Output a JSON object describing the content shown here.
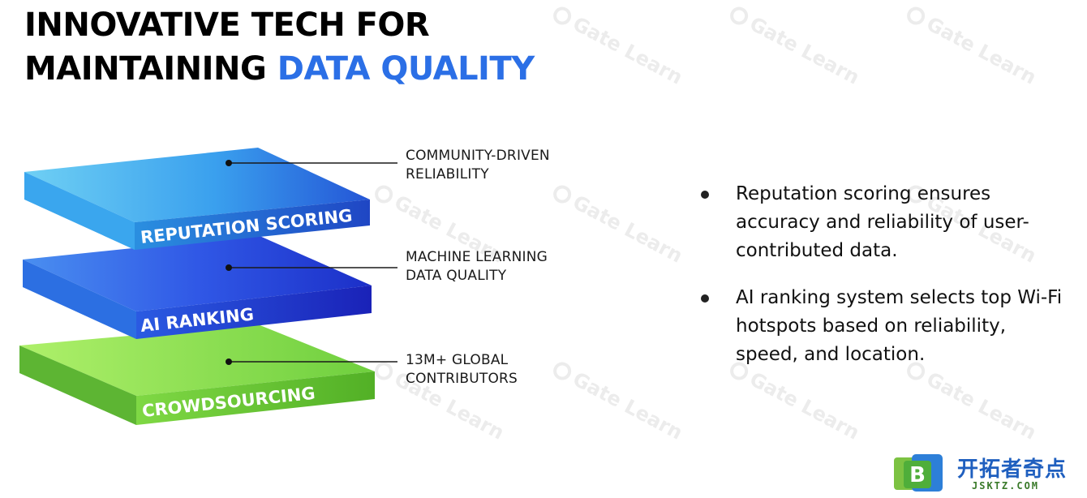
{
  "title": {
    "line1": "INNOVATIVE TECH FOR",
    "line2_plain": "MAINTAINING ",
    "line2_accent": "DATA QUALITY"
  },
  "layers": [
    {
      "label": "REPUTATION SCORING",
      "annotation_line1": "COMMUNITY-DRIVEN",
      "annotation_line2": "RELIABILITY"
    },
    {
      "label": "AI RANKING",
      "annotation_line1": "MACHINE LEARNING",
      "annotation_line2": "DATA QUALITY"
    },
    {
      "label": "CROWDSOURCING",
      "annotation_line1": "13M+ GLOBAL",
      "annotation_line2": "CONTRIBUTORS"
    }
  ],
  "bullets": [
    "Reputation scoring ensures accuracy and reliability of user-contributed data.",
    "AI ranking system selects top Wi-Fi hotspots based on reliability, speed, and location."
  ],
  "watermark_text": "Gate Learn",
  "logo": {
    "mark_letter": "B",
    "text": "开拓者奇点",
    "subtext": "JSKTZ.COM"
  },
  "colors": {
    "accent": "#2b6fe6",
    "layer_top": "#3d7fe8",
    "layer_mid": "#2f57e0",
    "layer_bottom": "#8fe04a"
  }
}
